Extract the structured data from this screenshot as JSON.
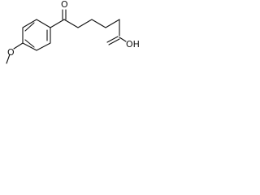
{
  "atoms": {
    "ketone_oxygen": "O",
    "methoxy_oxygen": "O",
    "carboxyl_group": "OH"
  }
}
